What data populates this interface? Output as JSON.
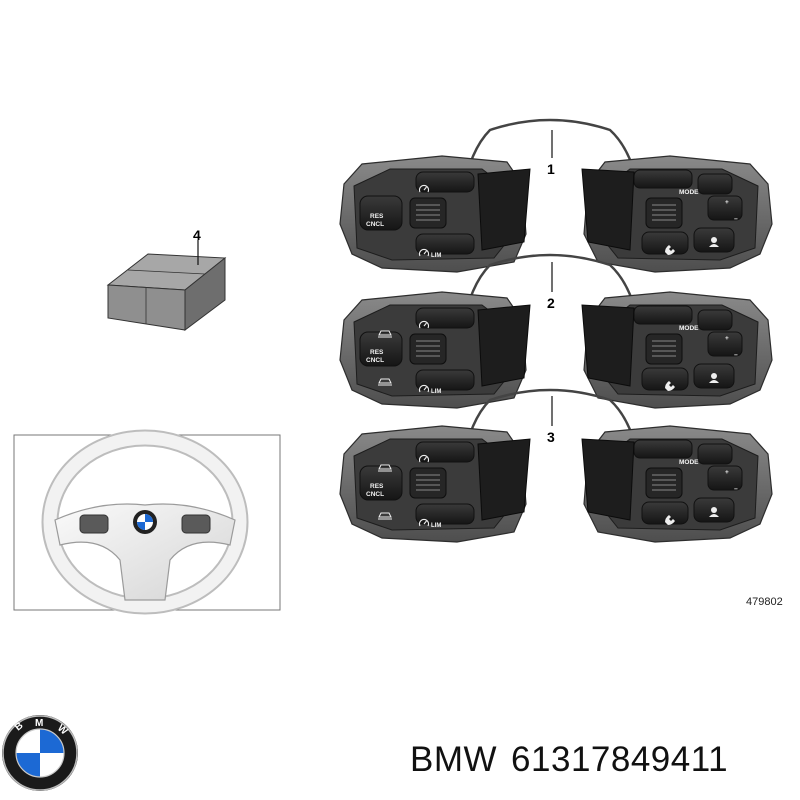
{
  "callouts": [
    "1",
    "2",
    "3",
    "4"
  ],
  "diagram_id": "479802",
  "labels": {
    "res_line1": "RES",
    "res_line2": "CNCL",
    "lim": "LIM",
    "mode": "MODE",
    "plus": "+",
    "minus": "−"
  },
  "logo": {
    "letters": [
      "B",
      "M",
      "W"
    ],
    "blue": "#1c69d4",
    "white": "#ffffff",
    "ring": "#1a1a1a"
  },
  "brand": {
    "name": "BMW",
    "part_number": "61317849411"
  },
  "colors": {
    "button_dark": "#2a2a2a",
    "housing": "#6d6d6d",
    "box_top": "#a7a7a7",
    "box_front": "#8f8f8f",
    "box_side": "#6e6e6e"
  }
}
